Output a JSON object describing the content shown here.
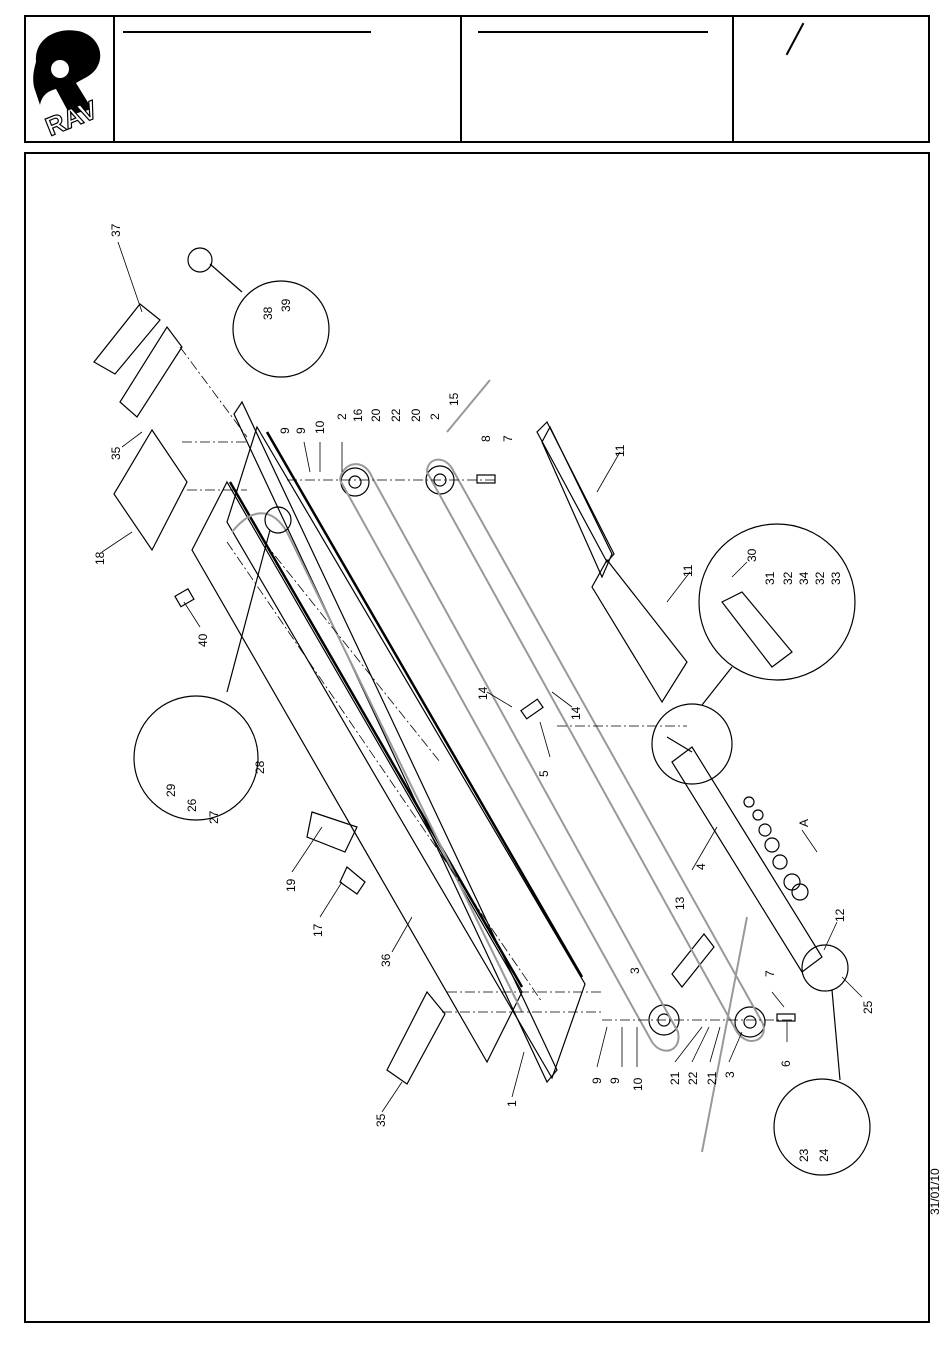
{
  "title_block": {
    "logo_text": "RAV",
    "revision_mark": "/"
  },
  "date": "31/01/10",
  "detail_label": "A",
  "callouts": [
    {
      "id": "37",
      "label": "37"
    },
    {
      "id": "38",
      "label": "38"
    },
    {
      "id": "39",
      "label": "39"
    },
    {
      "id": "35a",
      "label": "35"
    },
    {
      "id": "9a",
      "label": "9"
    },
    {
      "id": "9b",
      "label": "9"
    },
    {
      "id": "10a",
      "label": "10"
    },
    {
      "id": "2a",
      "label": "2"
    },
    {
      "id": "16",
      "label": "16"
    },
    {
      "id": "20a",
      "label": "20"
    },
    {
      "id": "22a",
      "label": "22"
    },
    {
      "id": "20b",
      "label": "20"
    },
    {
      "id": "2b",
      "label": "2"
    },
    {
      "id": "15",
      "label": "15"
    },
    {
      "id": "8",
      "label": "8"
    },
    {
      "id": "7a",
      "label": "7"
    },
    {
      "id": "11a",
      "label": "11"
    },
    {
      "id": "11b",
      "label": "11"
    },
    {
      "id": "18",
      "label": "18"
    },
    {
      "id": "40",
      "label": "40"
    },
    {
      "id": "30",
      "label": "30"
    },
    {
      "id": "31",
      "label": "31"
    },
    {
      "id": "32a",
      "label": "32"
    },
    {
      "id": "34",
      "label": "34"
    },
    {
      "id": "32b",
      "label": "32"
    },
    {
      "id": "33",
      "label": "33"
    },
    {
      "id": "14a",
      "label": "14"
    },
    {
      "id": "14b",
      "label": "14"
    },
    {
      "id": "5",
      "label": "5"
    },
    {
      "id": "29",
      "label": "29"
    },
    {
      "id": "26",
      "label": "26"
    },
    {
      "id": "27",
      "label": "27"
    },
    {
      "id": "28",
      "label": "28"
    },
    {
      "id": "4",
      "label": "4"
    },
    {
      "id": "19",
      "label": "19"
    },
    {
      "id": "17",
      "label": "17"
    },
    {
      "id": "13",
      "label": "13"
    },
    {
      "id": "36",
      "label": "36"
    },
    {
      "id": "12",
      "label": "12"
    },
    {
      "id": "25",
      "label": "25"
    },
    {
      "id": "3a",
      "label": "3"
    },
    {
      "id": "7b",
      "label": "7"
    },
    {
      "id": "6",
      "label": "6"
    },
    {
      "id": "9c",
      "label": "9"
    },
    {
      "id": "9d",
      "label": "9"
    },
    {
      "id": "10b",
      "label": "10"
    },
    {
      "id": "21a",
      "label": "21"
    },
    {
      "id": "22b",
      "label": "22"
    },
    {
      "id": "21b",
      "label": "21"
    },
    {
      "id": "3b",
      "label": "3"
    },
    {
      "id": "1",
      "label": "1"
    },
    {
      "id": "35b",
      "label": "35"
    },
    {
      "id": "23",
      "label": "23"
    },
    {
      "id": "24",
      "label": "24"
    }
  ]
}
